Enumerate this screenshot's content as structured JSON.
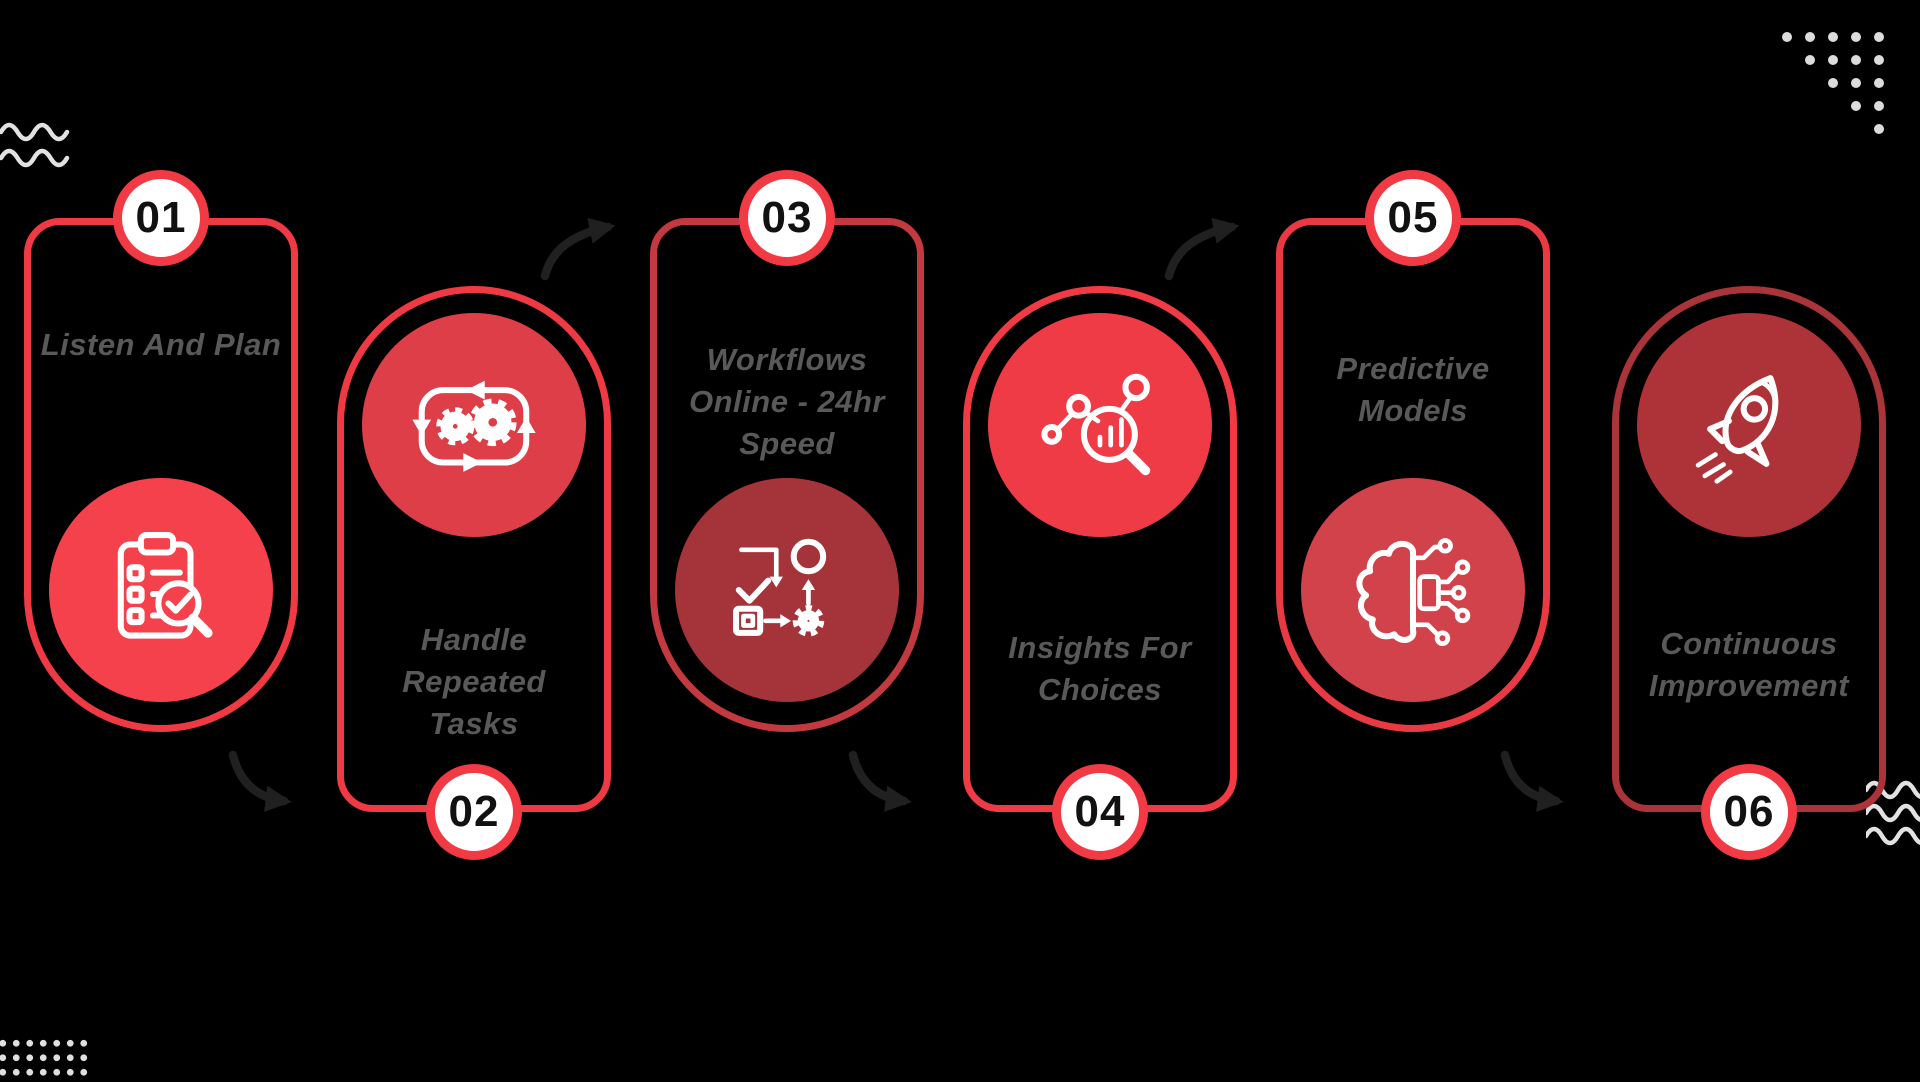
{
  "infographic": {
    "background_color": "#000000",
    "accent_red": "#F23A44",
    "title_text_color": "#595959",
    "badge_text_color": "#111111",
    "arrow_color": "#202020",
    "decoration_color": "#DFDFDF"
  },
  "steps": [
    {
      "number": "01",
      "title": "Listen And Plan",
      "lines": [
        "Listen And Plan"
      ],
      "icon": "clipboard-checklist-icon",
      "border_color": "#EF3A44",
      "circle_color": "#F4414B"
    },
    {
      "number": "02",
      "title": "Handle Repeated Tasks",
      "lines": [
        "Handle",
        "Repeated",
        "Tasks"
      ],
      "icon": "gears-cycle-icon",
      "border_color": "#EF3A44",
      "circle_color": "#DD3E47"
    },
    {
      "number": "03",
      "title": "Workflows Online - 24hr Speed",
      "lines": [
        "Workflows",
        "Online - 24hr",
        "Speed"
      ],
      "icon": "workflow-decision-icon",
      "border_color": "#C33940",
      "circle_color": "#A4333A"
    },
    {
      "number": "04",
      "title": "Insights For Choices",
      "lines": [
        "Insights For",
        "Choices"
      ],
      "icon": "analytics-magnifier-icon",
      "border_color": "#F03B45",
      "circle_color": "#EF3B45"
    },
    {
      "number": "05",
      "title": "Predictive Models",
      "lines": [
        "Predictive",
        "Models"
      ],
      "icon": "brain-circuit-icon",
      "border_color": "#E93942",
      "circle_color": "#D2424B"
    },
    {
      "number": "06",
      "title": "Continuous Improvement",
      "lines": [
        "Continuous",
        "Improvement"
      ],
      "icon": "rocket-icon",
      "border_color": "#A93439",
      "circle_color": "#AE3338"
    }
  ]
}
